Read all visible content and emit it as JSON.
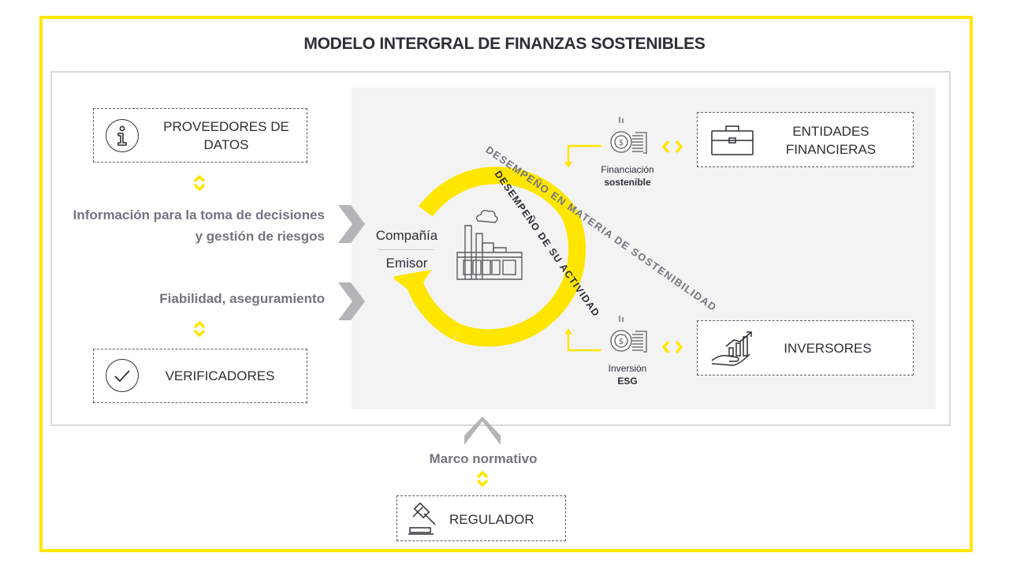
{
  "title": "MODELO INTERGRAL DE FINANZAS SOSTENIBLES",
  "colors": {
    "accent": "#ffe600",
    "dark": "#2e2e38",
    "gray": "#747480",
    "border": "#d9d9dc"
  },
  "left": {
    "providers_line1": "PROVEEDORES DE",
    "providers_line2": "DATOS",
    "info_line1": "Información para la toma de decisiones",
    "info_line2": "y gestión de riesgos",
    "reliability": "Fiabilidad, aseguramiento",
    "verifiers": "VERIFICADORES"
  },
  "center": {
    "company": "Compañía",
    "issuer": "Emisor",
    "arc_inner": "DESEMPEÑO DE SU ACTIVIDAD",
    "arc_outer": "DESEMPEÑO EN MATERIA DE SOSTENIBILIDAD"
  },
  "right": {
    "financing_line1": "Financiación",
    "financing_line2": "sostenible",
    "entities_line1": "ENTIDADES",
    "entities_line2": "FINANCIERAS",
    "investment_line1": "Inversión",
    "investment_line2": "ESG",
    "investors": "INVERSORES"
  },
  "bottom": {
    "framework": "Marco normativo",
    "regulator": "REGULADOR"
  },
  "icons": [
    "info-icon",
    "check-icon",
    "factory-icon",
    "coins-icon",
    "briefcase-icon",
    "growth-chart-icon",
    "gavel-icon"
  ]
}
